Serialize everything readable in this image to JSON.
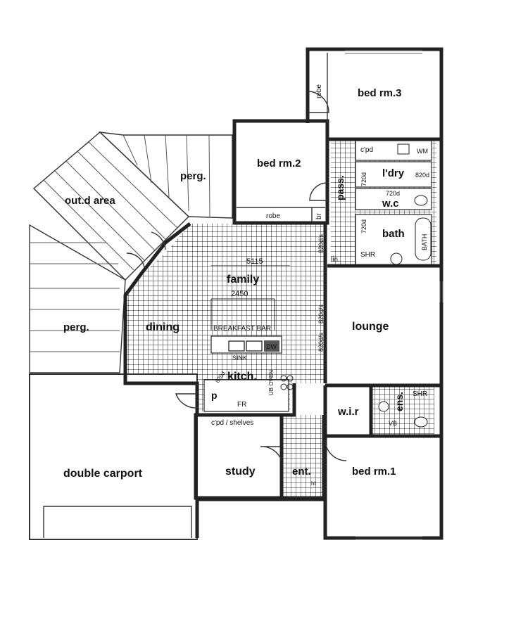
{
  "rooms": {
    "bed3": "bed rm.3",
    "bed2": "bed rm.2",
    "bed1": "bed rm.1",
    "perg_top": "perg.",
    "perg_left": "perg.",
    "outdoor": "out.d area",
    "family": "family",
    "dining": "dining",
    "kitchen": "kitch.",
    "lounge": "lounge",
    "study": "study",
    "entry": "ent.",
    "carport": "double carport",
    "laundry": "l'dry",
    "wc": "w.c",
    "bath": "bath",
    "pass": "pass.",
    "wir": "w.i.r",
    "ensuite": "ens.",
    "pantry": "p"
  },
  "labels": {
    "robe_top": "robe",
    "robe_bed2": "robe",
    "br": "br",
    "cpd_top": "c'pd",
    "wm": "WM",
    "d720a": "720d",
    "d820a": "820d",
    "d720b": "720d",
    "d720c": "720d",
    "shr_bath": "SHR",
    "bath_tub": "BATH",
    "lin": "lin.",
    "d820b": "820d/s",
    "d820c": "820d/s",
    "d820d": "820d/s",
    "dim_5115": "5115",
    "dim_2450": "2450",
    "breakfast_bar": "BREAKFAST BAR",
    "sink": "SINK",
    "dw": "DW",
    "ub_oven": "UB OVEN",
    "d620": "620d",
    "fr": "FR",
    "cpd_shelves": "c'pd / shelves",
    "shr_ens": "SHR",
    "vb": "VB",
    "ht": "ht"
  }
}
